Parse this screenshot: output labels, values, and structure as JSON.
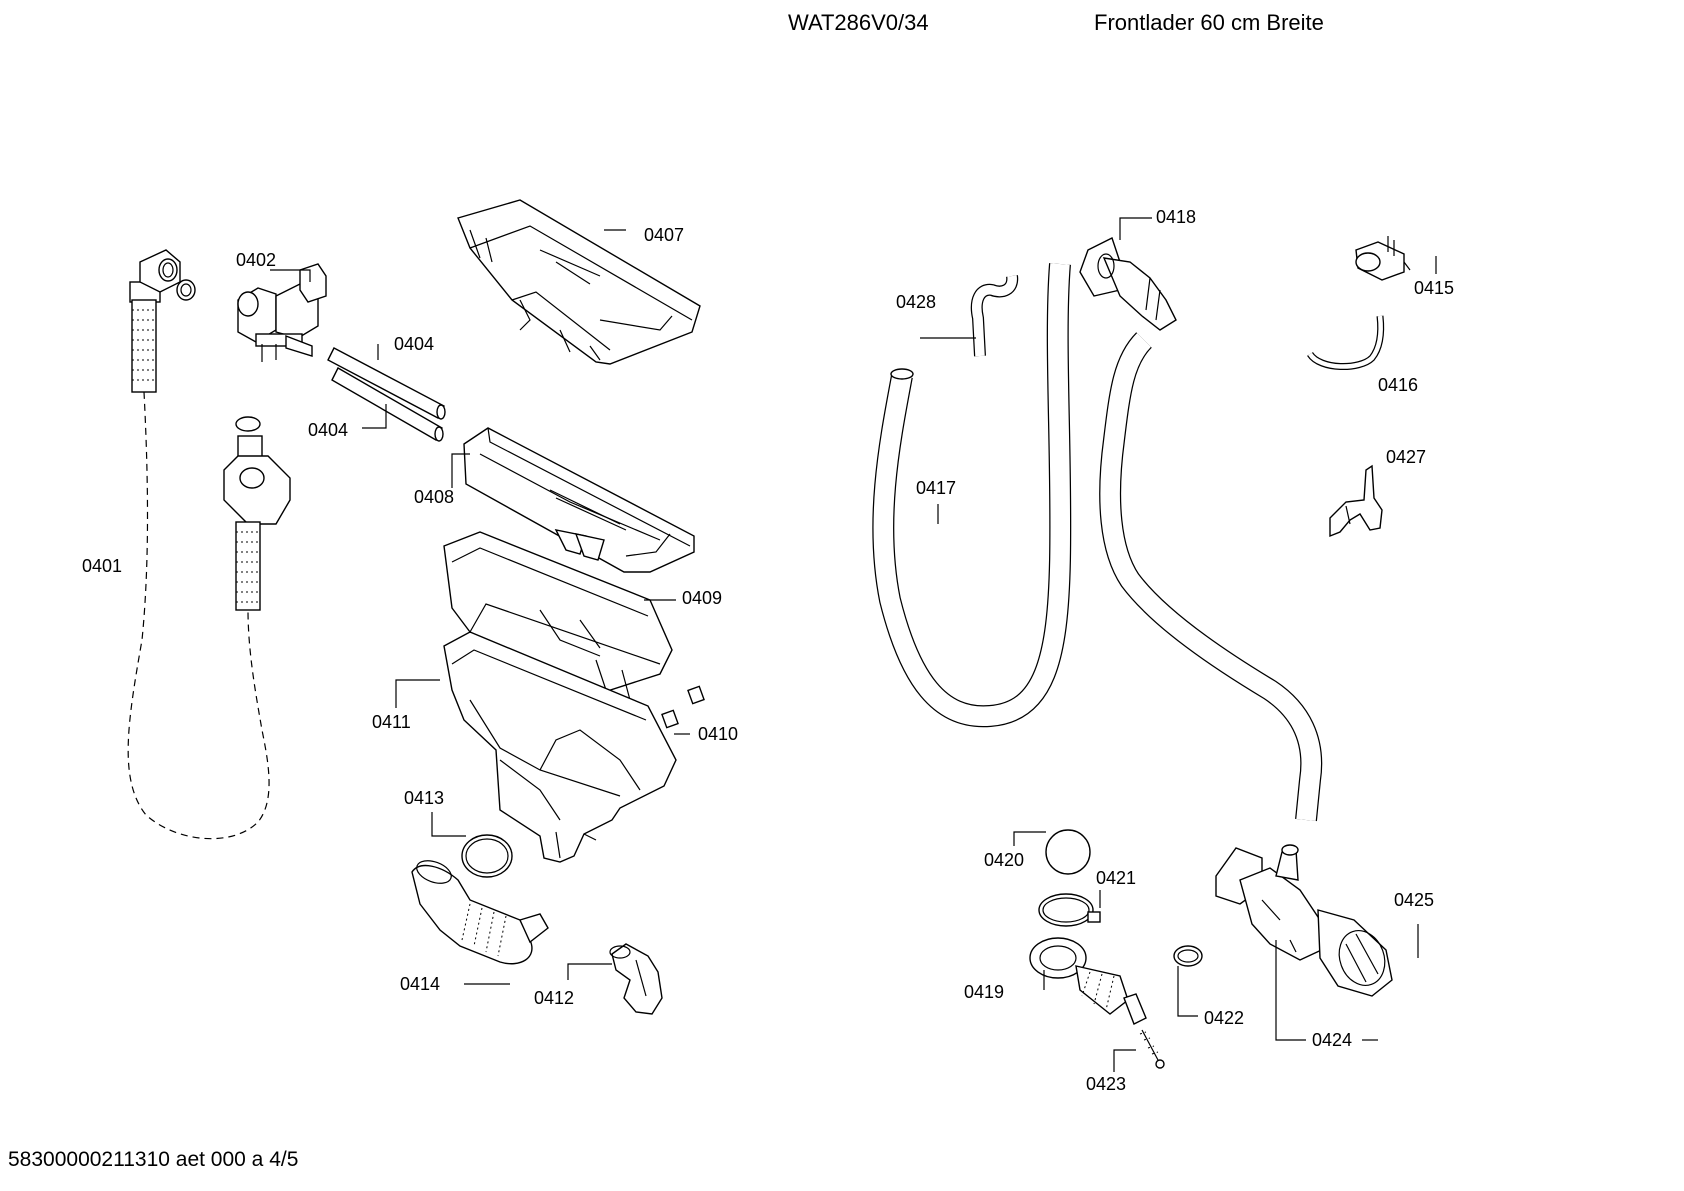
{
  "header": {
    "model": "WAT286V0/34",
    "description": "Frontlader 60 cm Breite"
  },
  "footer": {
    "document_code": "58300000211310 aet 000 a 4/5"
  },
  "callouts": {
    "p0401": "0401",
    "p0402": "0402",
    "p0404a": "0404",
    "p0404b": "0404",
    "p0407": "0407",
    "p0408": "0408",
    "p0409": "0409",
    "p0410": "0410",
    "p0411": "0411",
    "p0412": "0412",
    "p0413": "0413",
    "p0414": "0414",
    "p0415": "0415",
    "p0416": "0416",
    "p0417": "0417",
    "p0418": "0418",
    "p0419": "0419",
    "p0420": "0420",
    "p0421": "0421",
    "p0422": "0422",
    "p0423": "0423",
    "p0424": "0424",
    "p0425": "0425",
    "p0427": "0427",
    "p0428": "0428"
  }
}
